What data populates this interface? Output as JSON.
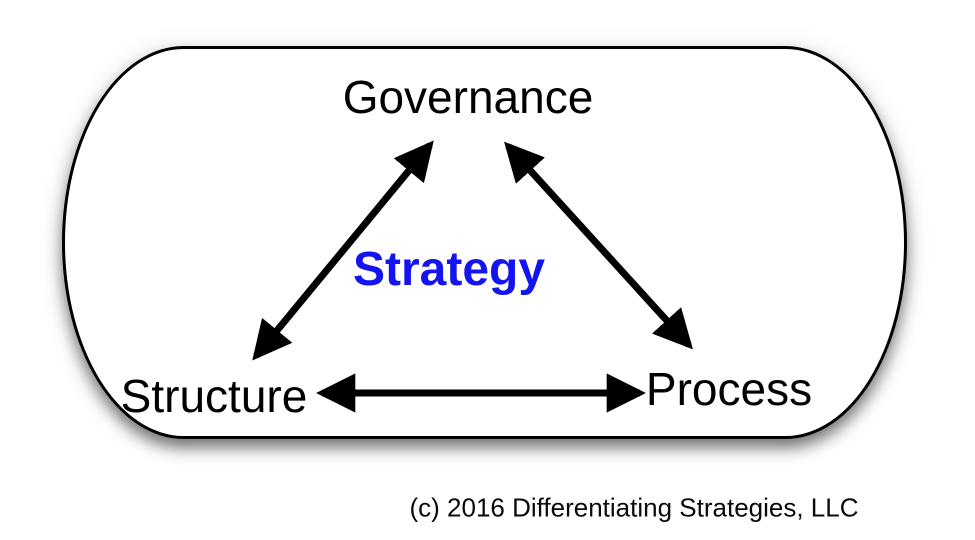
{
  "diagram": {
    "title_hint": "Governance-Structure-Process triangle with Strategy at center",
    "nodes": {
      "governance": {
        "label": "Governance"
      },
      "strategy": {
        "label": "Strategy"
      },
      "structure": {
        "label": "Structure"
      },
      "process": {
        "label": "Process"
      }
    },
    "arrows": [
      {
        "name": "structure-governance",
        "from": "Structure",
        "to": "Governance",
        "bidirectional": true
      },
      {
        "name": "governance-process",
        "from": "Governance",
        "to": "Process",
        "bidirectional": true
      },
      {
        "name": "structure-process",
        "from": "Structure",
        "to": "Process",
        "bidirectional": true
      }
    ],
    "colors": {
      "strategy_text": "#1414f0",
      "node_text": "#000000",
      "arrow": "#000000",
      "panel_border": "#000000",
      "panel_fill": "#ffffff"
    }
  },
  "footer": {
    "copyright": "(c) 2016 Differentiating Strategies, LLC"
  }
}
